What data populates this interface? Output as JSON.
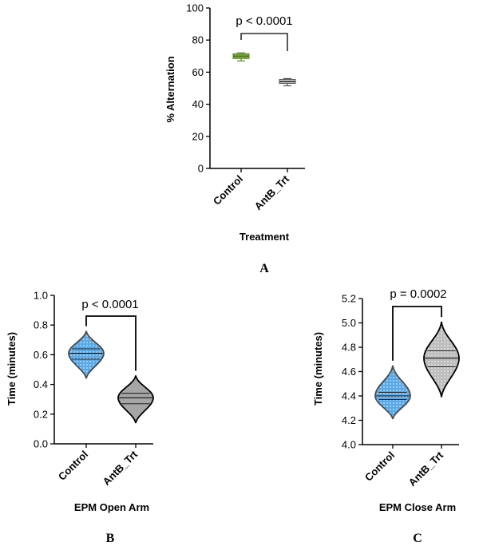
{
  "chart_data": [
    {
      "panel": "A",
      "type": "box",
      "ylabel": "% Alternation",
      "xlabel": "Treatment",
      "ylim": [
        0,
        100
      ],
      "yticks": [
        0,
        20,
        40,
        60,
        80,
        100
      ],
      "categories": [
        "Control",
        "AntB_Trt"
      ],
      "boxes": [
        {
          "min": 67,
          "q1": 68.5,
          "median": 70,
          "q3": 71.5,
          "max": 72,
          "color": "#7aa63f"
        },
        {
          "min": 51.5,
          "q1": 53,
          "median": 54,
          "q3": 55.5,
          "max": 56,
          "color": "#8c8c8c"
        }
      ],
      "annotation": "p < 0.0001"
    },
    {
      "panel": "B",
      "type": "violin",
      "ylabel": "Time (minutes)",
      "xlabel": "EPM Open Arm",
      "ylim": [
        0.0,
        1.0
      ],
      "yticks": [
        0.0,
        0.2,
        0.4,
        0.6,
        0.8,
        1.0
      ],
      "categories": [
        "Control",
        "AntB_Trt"
      ],
      "violins": [
        {
          "min": 0.44,
          "max": 0.76,
          "q1": 0.57,
          "median": 0.61,
          "q3": 0.64,
          "color": "#5aa9e6"
        },
        {
          "min": 0.14,
          "max": 0.46,
          "q1": 0.27,
          "median": 0.31,
          "q3": 0.34,
          "color": "#a6a6a6"
        }
      ],
      "annotation": "p < 0.0001"
    },
    {
      "panel": "C",
      "type": "violin",
      "ylabel": "Time (minutes)",
      "xlabel": "EPM Close Arm",
      "ylim": [
        4.0,
        5.2
      ],
      "yticks": [
        4.0,
        4.2,
        4.4,
        4.6,
        4.8,
        5.0,
        5.2
      ],
      "categories": [
        "Control",
        "AntB_Trt"
      ],
      "violins": [
        {
          "min": 4.21,
          "max": 4.65,
          "q1": 4.37,
          "median": 4.4,
          "q3": 4.43,
          "color": "#5aa9e6"
        },
        {
          "min": 4.39,
          "max": 5.01,
          "q1": 4.64,
          "median": 4.71,
          "q3": 4.77,
          "color": "#bdbdbd"
        }
      ],
      "annotation": "p = 0.0002"
    }
  ]
}
